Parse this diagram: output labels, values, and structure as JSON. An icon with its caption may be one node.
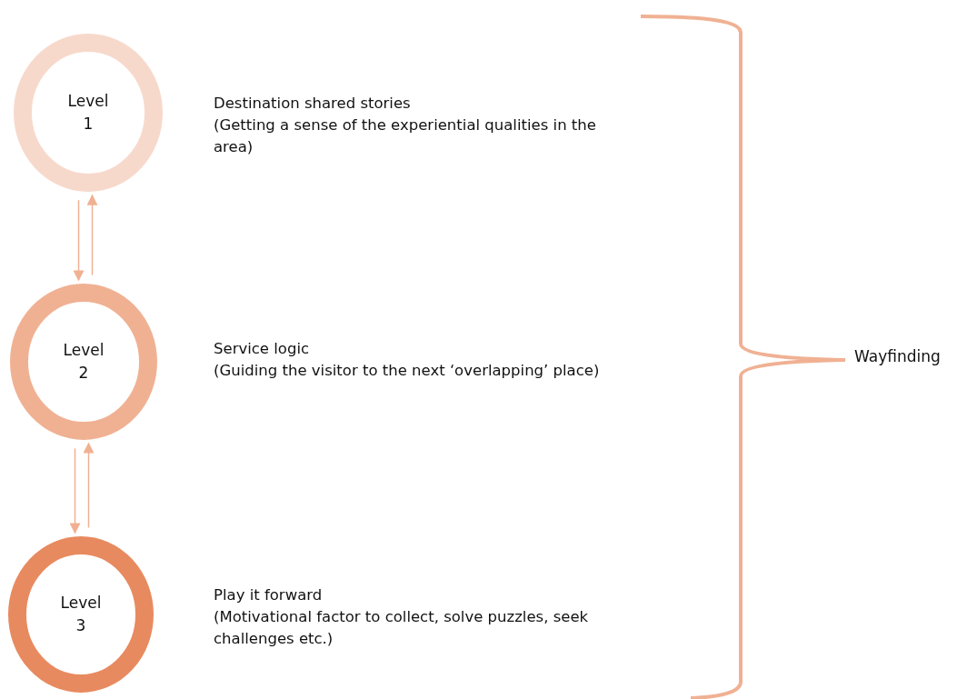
{
  "diagram": {
    "nodes": [
      {
        "text": [
          "Level 1"
        ],
        "beside": [
          "Destination shared stories",
          "(Getting a sense of the experiential qualities in the area)"
        ]
      },
      {
        "text": [
          "Level 2"
        ],
        "beside": [
          "Service logic",
          "(Guiding the visitor to the next ‘overlapping’ place)"
        ]
      },
      {
        "text": [
          "Level 3"
        ],
        "beside": [
          "Play it forward",
          "(Motivational factor to collect, solve puzzles, seek challenges etc.)"
        ]
      }
    ],
    "edges": [
      {
        "from": 0,
        "to": 1,
        "arrow": "to"
      },
      {
        "from": 1,
        "to": 0,
        "arrow": "to"
      },
      {
        "from": 1,
        "to": 2,
        "arrow": "to"
      },
      {
        "from": 2,
        "to": 1,
        "arrow": "to"
      }
    ],
    "labels": [
      "Wayfinding"
    ]
  }
}
